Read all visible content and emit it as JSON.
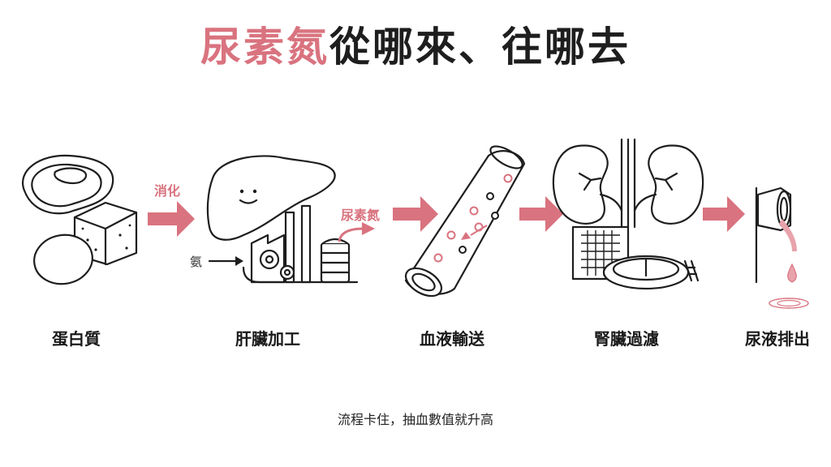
{
  "title": {
    "highlight": "尿素氮",
    "rest": "從哪來、往哪去"
  },
  "steps": [
    {
      "label": "蛋白質"
    },
    {
      "label": "肝臟加工"
    },
    {
      "label": "血液輸送"
    },
    {
      "label": "腎臟過濾"
    },
    {
      "label": "尿液排出"
    }
  ],
  "annotations": {
    "digest": "消化",
    "urea_out": "尿素氮",
    "ammonia_in": "氨"
  },
  "footer": "流程卡住，抽血數值就升高",
  "colors": {
    "accent": "#d9737f",
    "ink": "#1e1e1e"
  }
}
